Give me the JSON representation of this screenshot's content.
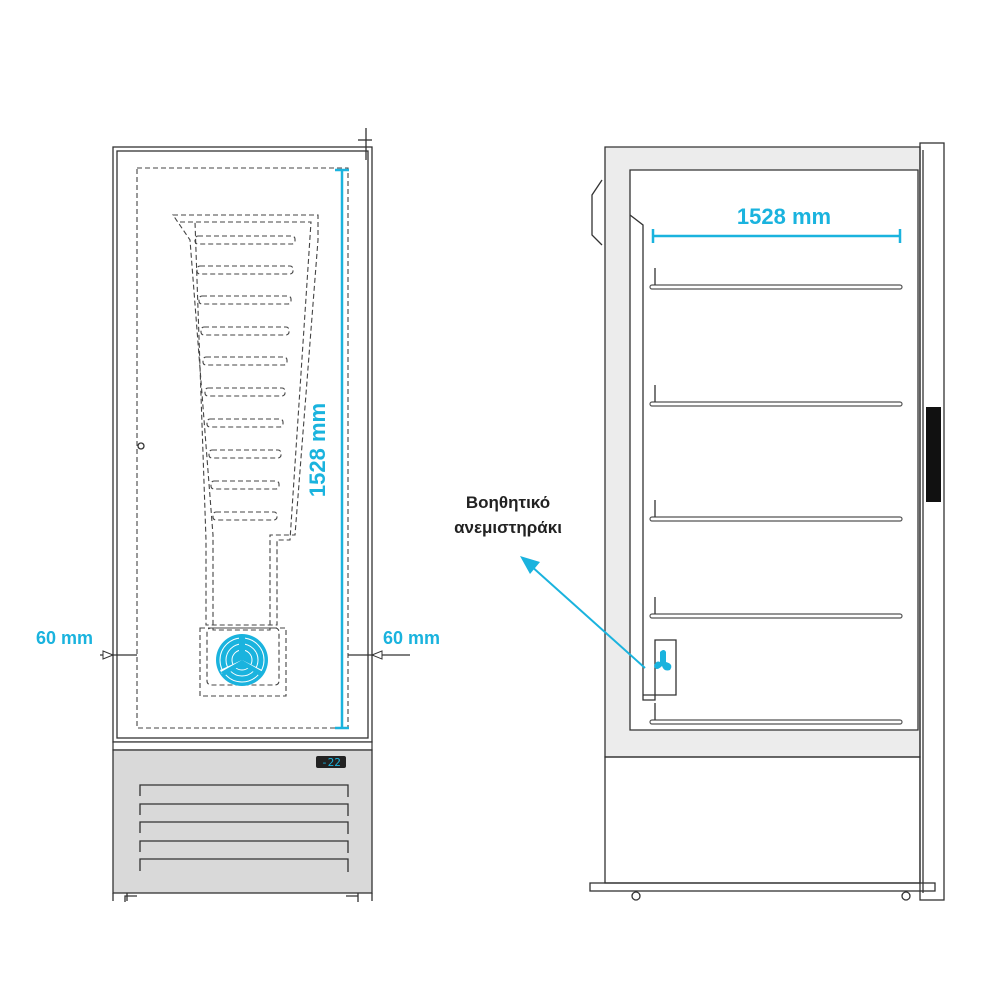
{
  "front_view": {
    "height_dimension": "1528 mm",
    "left_clearance": "60 mm",
    "right_clearance": "60 mm",
    "display_temperature": "-22"
  },
  "side_view": {
    "depth_dimension": "1528 mm",
    "fan_label_line1": "Βοηθητικό",
    "fan_label_line2": "ανεμιστηράκι"
  },
  "colors": {
    "accent": "#1ab3de",
    "base_panel": "#d9d9d9",
    "line": "#333333"
  }
}
